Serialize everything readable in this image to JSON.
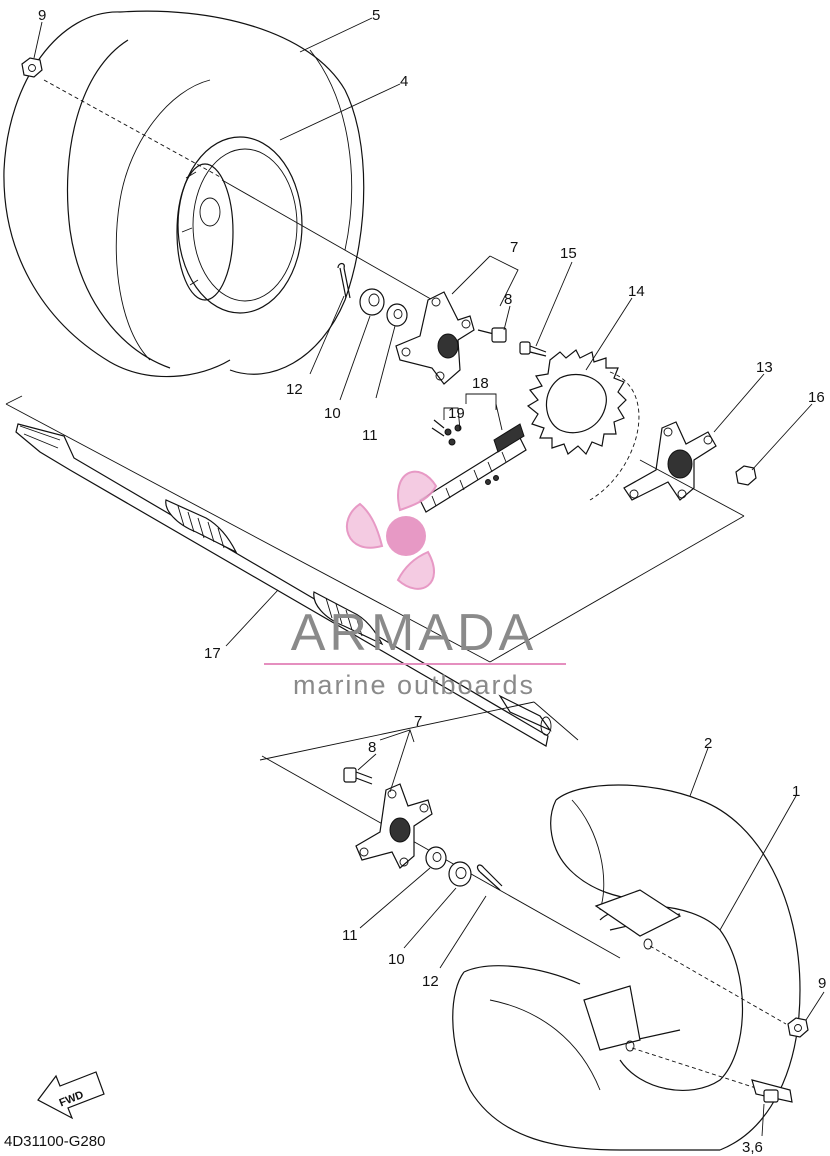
{
  "diagram": {
    "code": "4D31100-G280",
    "fwd_label": "FWD",
    "callouts": [
      {
        "id": "c9a",
        "label": "9"
      },
      {
        "id": "c5",
        "label": "5"
      },
      {
        "id": "c4",
        "label": "4"
      },
      {
        "id": "c7a",
        "label": "7"
      },
      {
        "id": "c8a",
        "label": "8"
      },
      {
        "id": "c15",
        "label": "15"
      },
      {
        "id": "c14",
        "label": "14"
      },
      {
        "id": "c12a",
        "label": "12"
      },
      {
        "id": "c10a",
        "label": "10"
      },
      {
        "id": "c11a",
        "label": "11"
      },
      {
        "id": "c18",
        "label": "18"
      },
      {
        "id": "c19",
        "label": "19"
      },
      {
        "id": "c13",
        "label": "13"
      },
      {
        "id": "c16",
        "label": "16"
      },
      {
        "id": "c17",
        "label": "17"
      },
      {
        "id": "c7b",
        "label": "7"
      },
      {
        "id": "c8b",
        "label": "8"
      },
      {
        "id": "c2",
        "label": "2"
      },
      {
        "id": "c1",
        "label": "1"
      },
      {
        "id": "c11b",
        "label": "11"
      },
      {
        "id": "c10b",
        "label": "10"
      },
      {
        "id": "c12b",
        "label": "12"
      },
      {
        "id": "c9b",
        "label": "9"
      },
      {
        "id": "c36",
        "label": "3,6"
      }
    ]
  },
  "watermark": {
    "brand": "ARMADA",
    "tagline": "marine outboards",
    "colors": {
      "text": "#8a8a8a",
      "accent": "#e58fbf",
      "rule": "#e58fbf"
    }
  }
}
